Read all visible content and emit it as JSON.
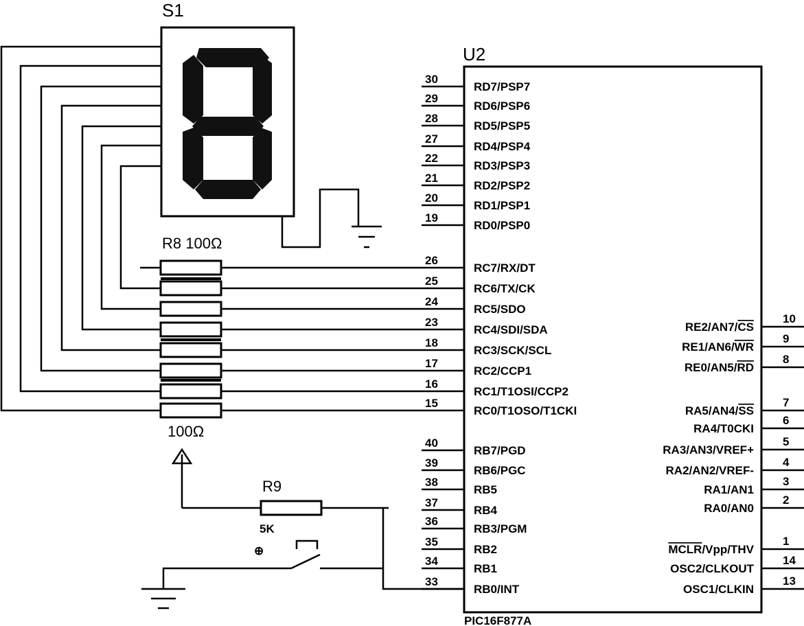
{
  "display": {
    "ref": "S1"
  },
  "chip": {
    "ref": "U2",
    "part": "PIC16F877A",
    "left_pins": [
      {
        "num": "30",
        "name": "RD7/PSP7"
      },
      {
        "num": "29",
        "name": "RD6/PSP6"
      },
      {
        "num": "28",
        "name": "RD5/PSP5"
      },
      {
        "num": "27",
        "name": "RD4/PSP4"
      },
      {
        "num": "22",
        "name": "RD3/PSP3"
      },
      {
        "num": "21",
        "name": "RD2/PSP2"
      },
      {
        "num": "20",
        "name": "RD1/PSP1"
      },
      {
        "num": "19",
        "name": "RD0/PSP0"
      },
      {
        "num": "26",
        "name": "RC7/RX/DT"
      },
      {
        "num": "25",
        "name": "RC6/TX/CK"
      },
      {
        "num": "24",
        "name": "RC5/SDO"
      },
      {
        "num": "23",
        "name": "RC4/SDI/SDA"
      },
      {
        "num": "18",
        "name": "RC3/SCK/SCL"
      },
      {
        "num": "17",
        "name": "RC2/CCP1"
      },
      {
        "num": "16",
        "name": "RC1/T1OSI/CCP2"
      },
      {
        "num": "15",
        "name": "RC0/T1OSO/T1CKI"
      },
      {
        "num": "40",
        "name": "RB7/PGD"
      },
      {
        "num": "39",
        "name": "RB6/PGC"
      },
      {
        "num": "38",
        "name": "RB5"
      },
      {
        "num": "37",
        "name": "RB4"
      },
      {
        "num": "36",
        "name": "RB3/PGM"
      },
      {
        "num": "35",
        "name": "RB2"
      },
      {
        "num": "34",
        "name": "RB1"
      },
      {
        "num": "33",
        "name": "RB0/INT"
      }
    ],
    "right_pins": [
      {
        "num": "10",
        "name": "RE2/AN7/",
        "bar": "CS"
      },
      {
        "num": "9",
        "name": "RE1/AN6/",
        "bar": "WR"
      },
      {
        "num": "8",
        "name": "RE0/AN5/",
        "bar": "RD"
      },
      {
        "num": "7",
        "name": "RA5/AN4/",
        "bar": "SS"
      },
      {
        "num": "6",
        "name": "RA4/T0CKI",
        "bar": ""
      },
      {
        "num": "5",
        "name": "RA3/AN3/VREF+",
        "bar": ""
      },
      {
        "num": "4",
        "name": "RA2/AN2/VREF-",
        "bar": ""
      },
      {
        "num": "3",
        "name": "RA1/AN1",
        "bar": ""
      },
      {
        "num": "2",
        "name": "RA0/AN0",
        "bar": ""
      },
      {
        "num": "1",
        "name": "/Vpp/THV",
        "pre_bar": "MCLR"
      },
      {
        "num": "14",
        "name": "OSC2/CLKOUT",
        "bar": ""
      },
      {
        "num": "13",
        "name": "OSC1/CLKIN",
        "bar": ""
      }
    ]
  },
  "resistor_array": {
    "ref_value": "R8 100Ω",
    "bottom_value": "100Ω"
  },
  "pullup": {
    "ref": "R9",
    "value": "5K"
  },
  "colors": {
    "line": "#000000",
    "background": "#ffffff"
  }
}
